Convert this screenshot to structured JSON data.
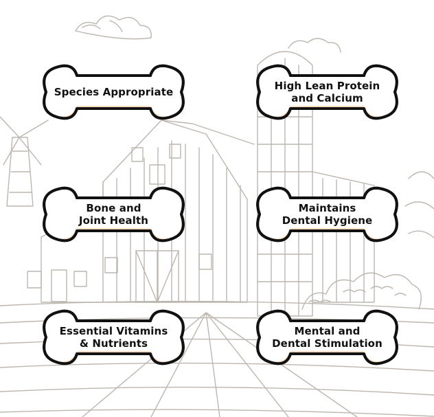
{
  "colors": {
    "background": "#ffffff",
    "bone_fill": "#ffffff",
    "bone_outline": "#111111",
    "bone_shadow": "#f6dcc0",
    "sketch": "#b9b2ab",
    "text": "#111111"
  },
  "icons": [
    "farm-barn-sketch",
    "dog-bone-icon"
  ],
  "benefits": [
    {
      "lines": [
        "Species Appropriate"
      ]
    },
    {
      "lines": [
        "High Lean Protein",
        "and Calcium"
      ]
    },
    {
      "lines": [
        "Bone and",
        "Joint Health"
      ]
    },
    {
      "lines": [
        "Maintains",
        "Dental Hygiene"
      ]
    },
    {
      "lines": [
        "Essential Vitamins",
        "& Nutrients"
      ]
    },
    {
      "lines": [
        "Mental and",
        "Dental Stimulation"
      ]
    }
  ]
}
